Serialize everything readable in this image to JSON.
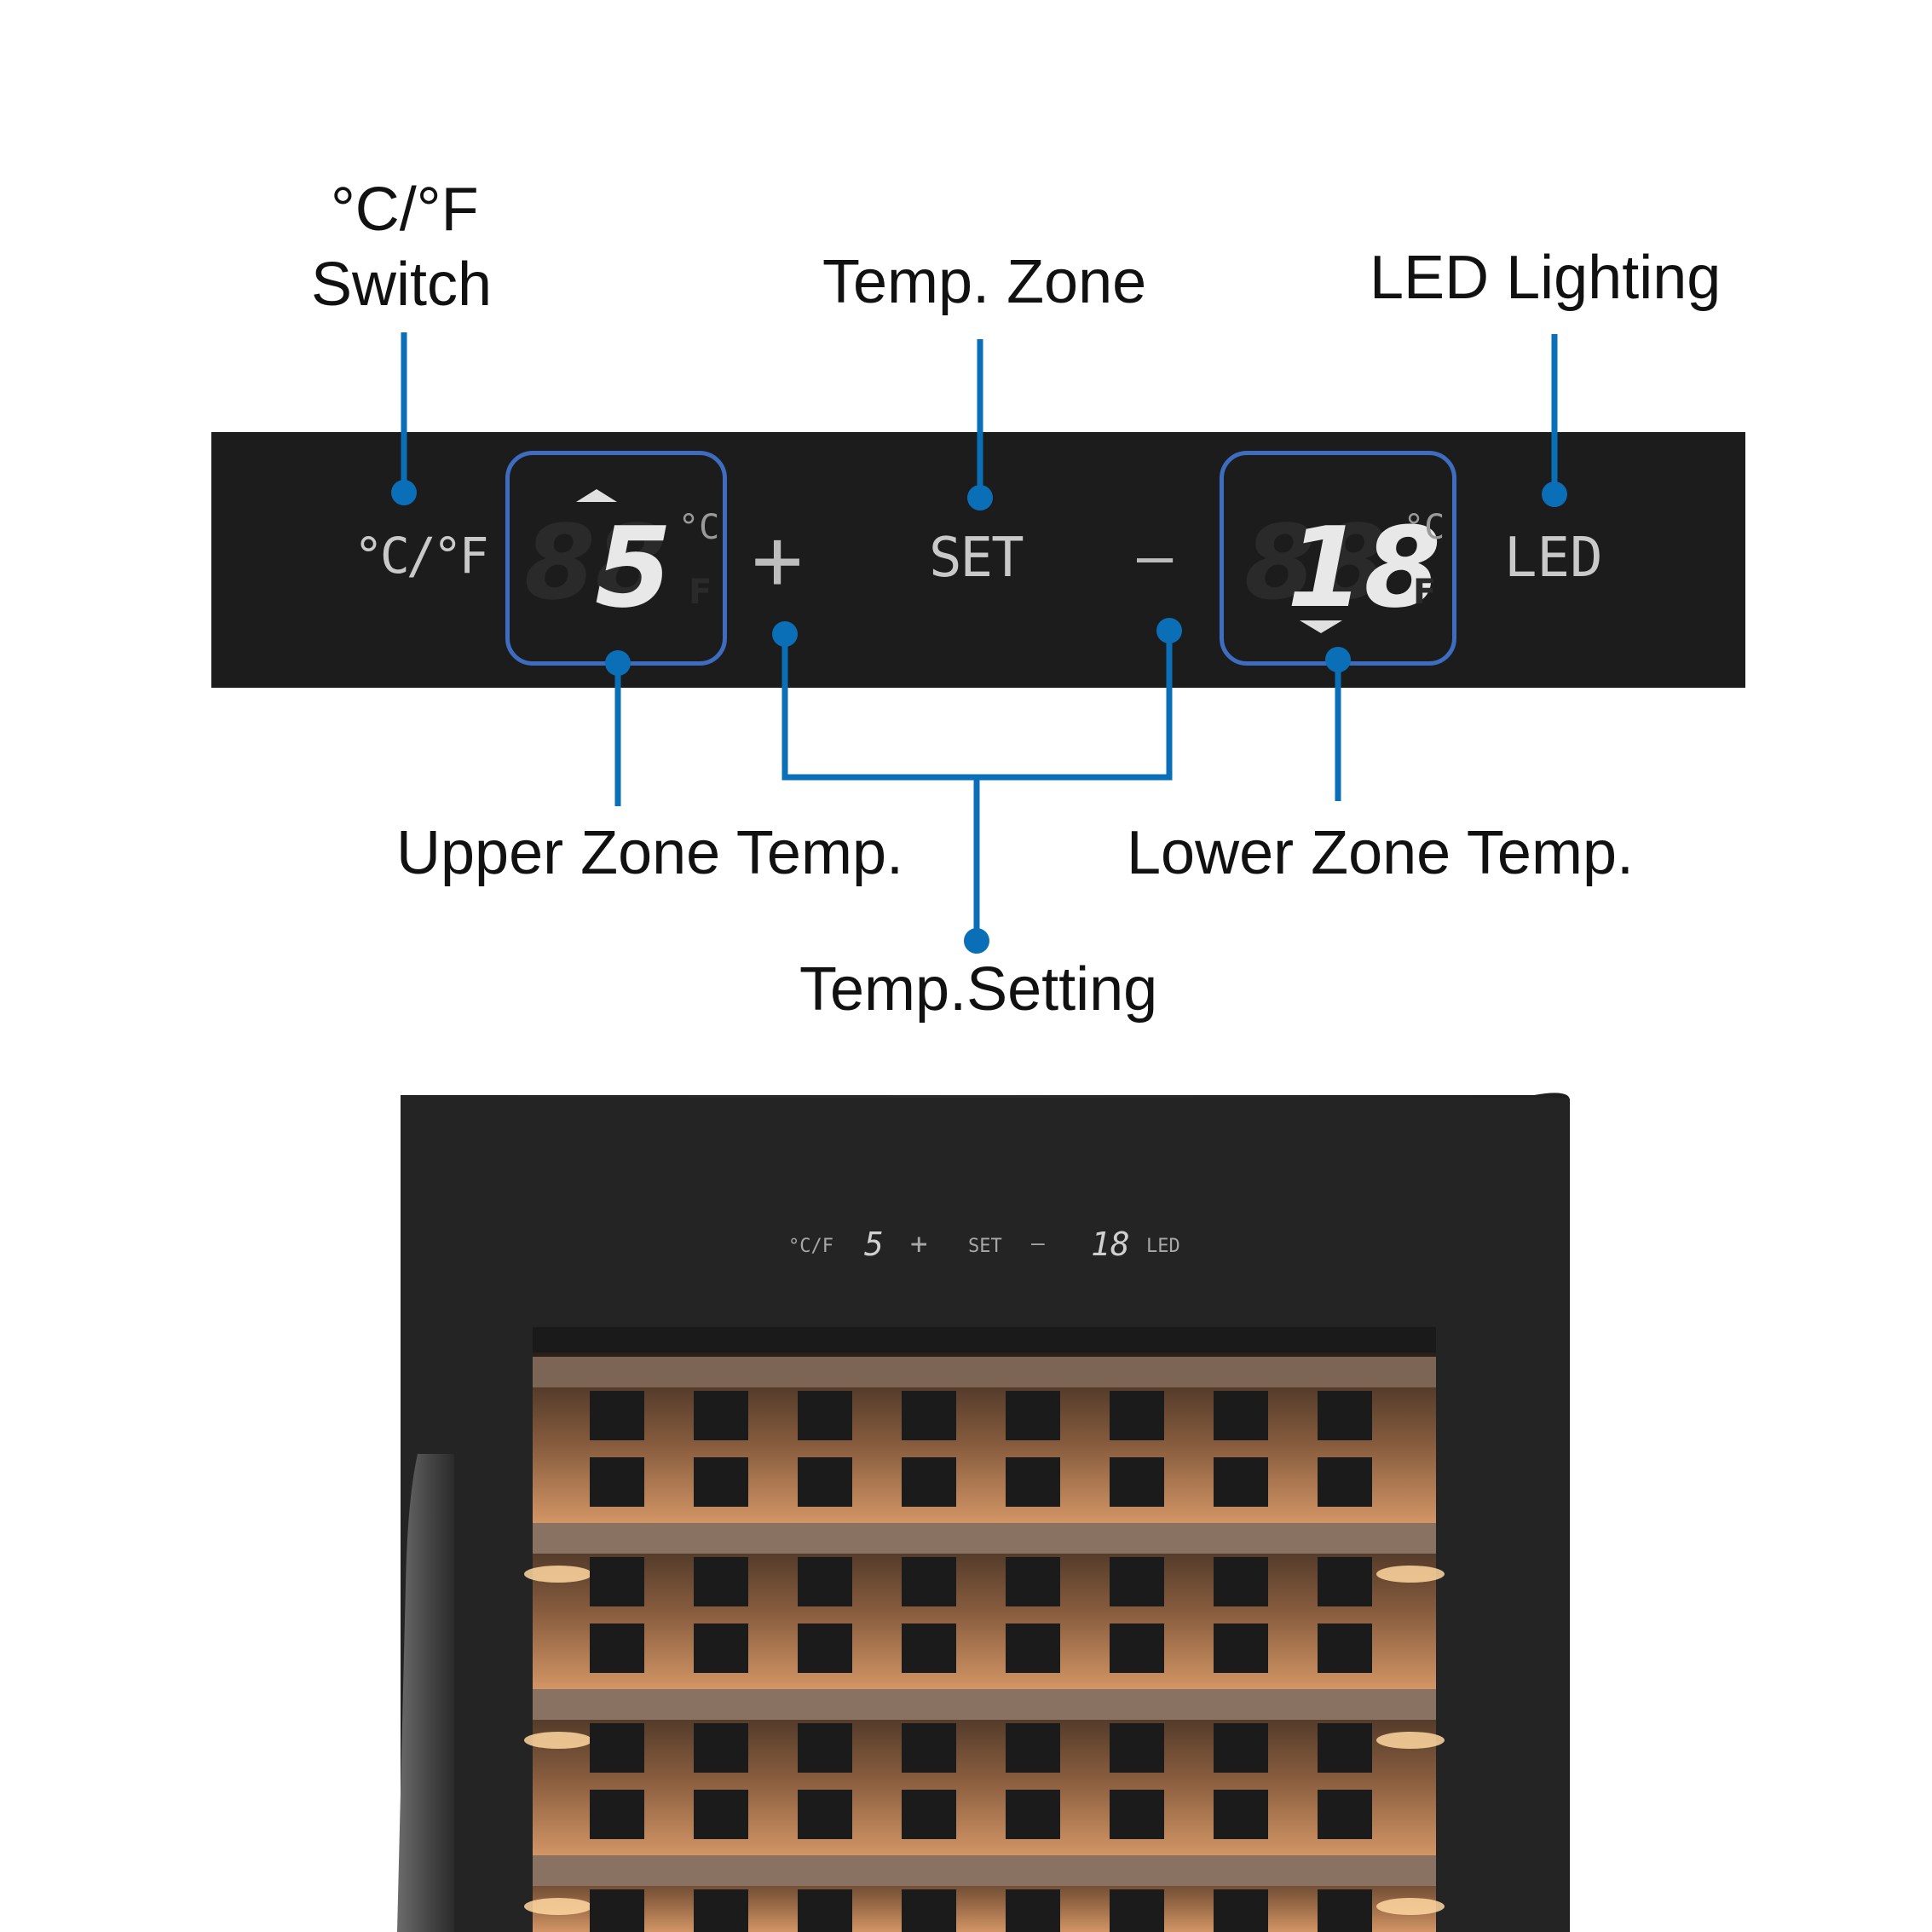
{
  "callouts": {
    "cf_switch_line1": "°C/°F",
    "cf_switch_line2": "Switch",
    "temp_zone": "Temp. Zone",
    "led_lighting": "LED Lighting",
    "upper_zone_temp": "Upper Zone Temp.",
    "lower_zone_temp": "Lower Zone Temp.",
    "temp_setting": "Temp.Setting"
  },
  "panel": {
    "cf_button": "°C/°F",
    "upper_value": "5",
    "upper_ghost": "88",
    "unit_c": "°C",
    "unit_f": "F",
    "plus": "+",
    "set": "SET",
    "minus": "—",
    "lower_value": "18",
    "lower_ghost": "88",
    "led": "LED"
  },
  "mini_panel": {
    "cf": "°C/F",
    "upper": "5",
    "plus": "+",
    "set": "SET",
    "minus": "—",
    "lower": "18",
    "led": "LED"
  },
  "colors": {
    "callout_line": "#0b6fb8",
    "panel_bg": "#1c1c1c",
    "zone_frame": "#3d6cc0",
    "shelf_wood": "#c98b5a"
  }
}
